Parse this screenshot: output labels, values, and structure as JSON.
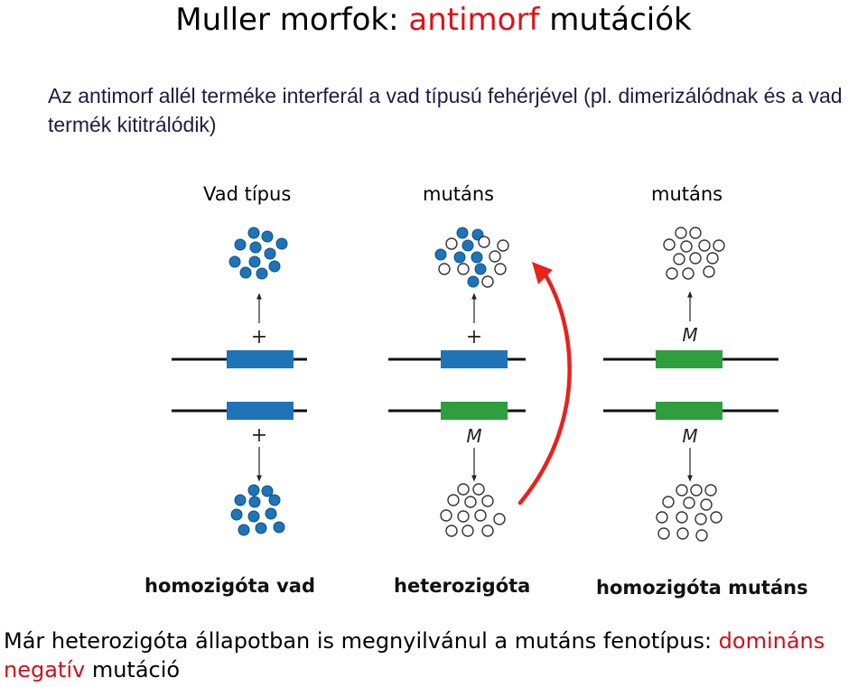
{
  "title": {
    "prefix": "Muller morfok: ",
    "highlight": "antimorf",
    "suffix": " mutációk"
  },
  "intro": "Az antimorf allél terméke interferál a vad típusú fehérjével (pl. dimerizálódnak és a vad termék kititrálódik)",
  "columns": [
    {
      "label": "Vad típus",
      "top_allele": "+",
      "bottom_allele": "+",
      "genotype": "homozigóta vad"
    },
    {
      "label": "mutáns",
      "top_allele": "+",
      "bottom_allele": "M",
      "genotype": "heterozigóta"
    },
    {
      "label": "mutáns",
      "top_allele": "M",
      "bottom_allele": "M",
      "genotype": "homozigóta mutáns"
    }
  ],
  "colors": {
    "wild_type": "#1f74b8",
    "mutant": "#2e9e3e",
    "accent": "#e0101a",
    "arrow": "#e8221c"
  },
  "conclusion": {
    "text": "Már heterozigóta állapotban is megnyilvánul a mutáns fenotípus: ",
    "highlight_1": "domináns",
    "highlight_2": "negatív",
    "suffix": " mutáció"
  }
}
